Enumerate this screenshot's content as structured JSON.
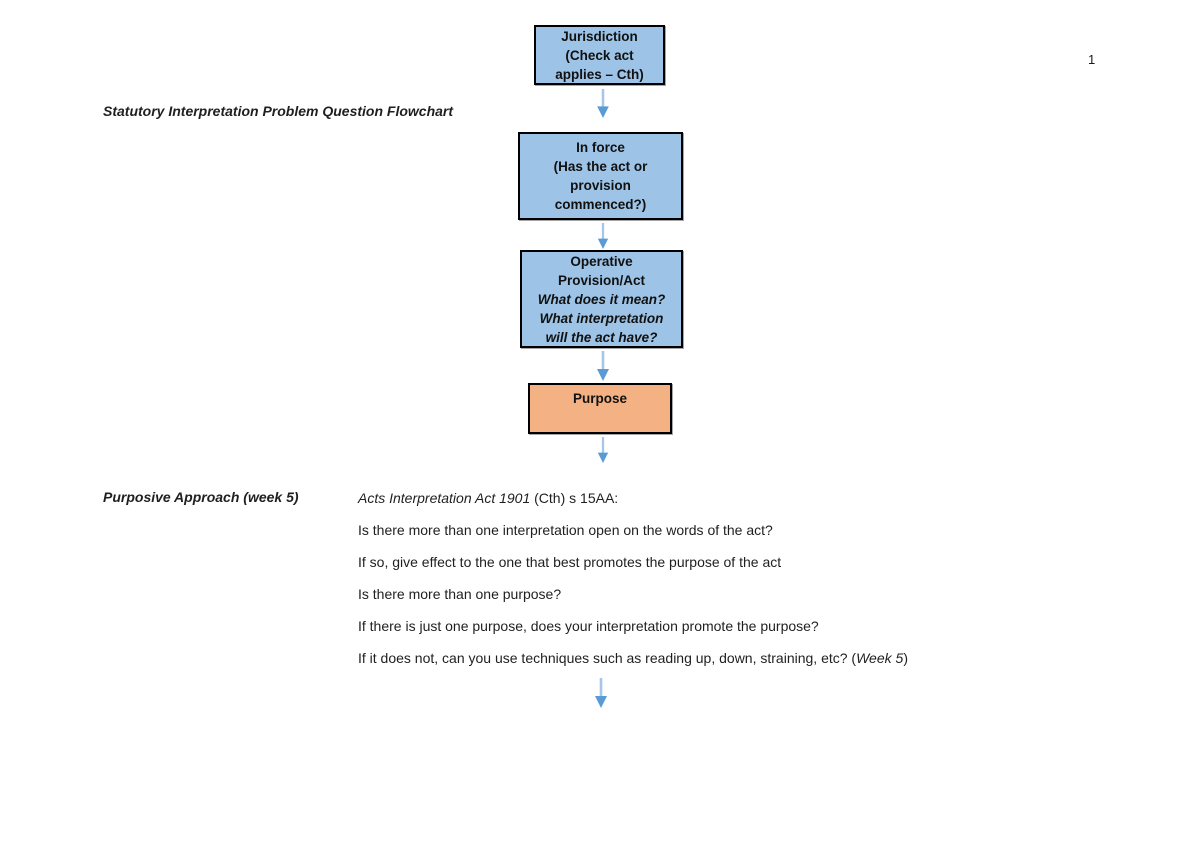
{
  "page_number": "1",
  "title": "Statutory Interpretation Problem Question Flowchart",
  "flowchart": {
    "boxes": [
      {
        "name": "jurisdiction",
        "lines": [
          "Jurisdiction",
          "(Check act",
          "applies – Cth)"
        ]
      },
      {
        "name": "in-force",
        "lines": [
          "In force",
          "(Has the act or",
          "provision",
          "commenced?)"
        ]
      },
      {
        "name": "operative-provision",
        "lines": [
          "Operative",
          "Provision/Act"
        ],
        "italic_lines": [
          "What does it mean?",
          "What interpretation",
          "will the act have?"
        ]
      },
      {
        "name": "purpose",
        "lines": [
          "Purpose"
        ]
      }
    ],
    "colors": {
      "blue_box_fill": "#9dc3e6",
      "orange_box_fill": "#f4b183",
      "box_border": "#000000",
      "arrow_stem": "#a5c6e8",
      "arrow_head": "#5b9bd5"
    }
  },
  "purposive_section": {
    "label": "Purposive Approach (week 5)",
    "reference": {
      "italic": "Acts Interpretation Act 1901",
      "rest": " (Cth) s 15AA:"
    },
    "lines": [
      "Is there more than one interpretation open on the words of the act?",
      "If so, give effect to the one that best promotes the purpose of the act",
      "Is there more than one purpose?",
      "If there is just one purpose, does your interpretation promote the purpose?"
    ],
    "final_line": {
      "prefix": "If it does not, can you use techniques such as reading up, down, straining, etc? (",
      "italic": "Week 5",
      "suffix": ")"
    }
  }
}
